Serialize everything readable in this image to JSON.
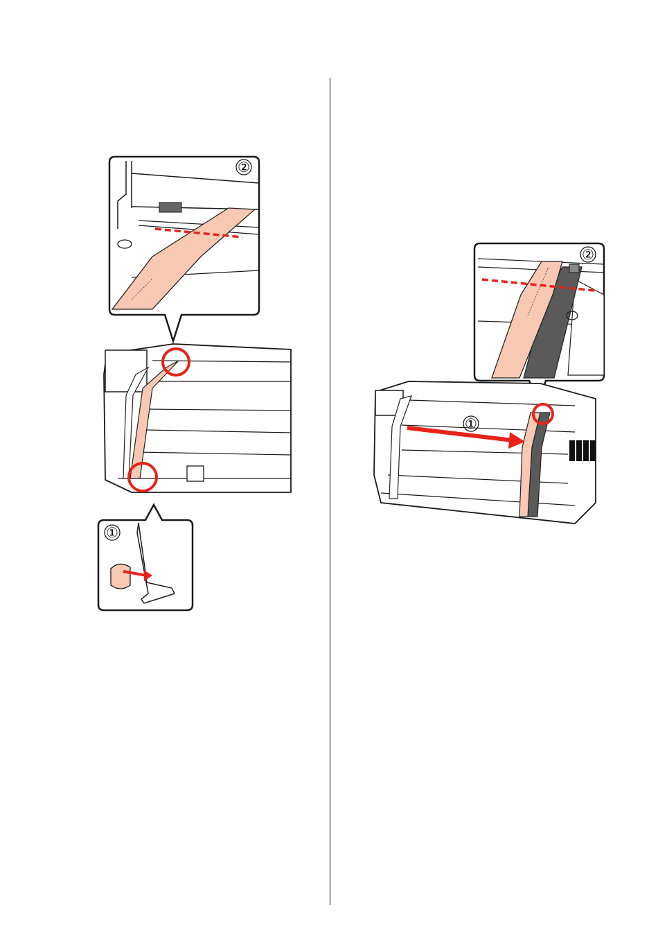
{
  "figures": [
    {
      "id": "left-figure",
      "callouts": [
        {
          "label": "①"
        },
        {
          "label": "②"
        }
      ]
    },
    {
      "id": "right-figure",
      "callouts": [
        {
          "label": "①"
        },
        {
          "label": "②"
        }
      ]
    }
  ],
  "colors": {
    "tape": "#f7c9b3",
    "tape_edge": "#222222",
    "highlight_red": "#e8231c",
    "dark_band": "#5a5a5a",
    "line": "#1a1a1a"
  }
}
